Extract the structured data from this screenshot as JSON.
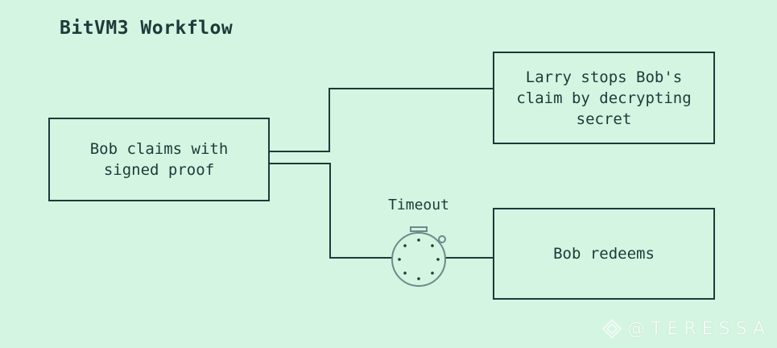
{
  "title": "BitVM3 Workflow",
  "nodes": {
    "claim": "Bob claims with\nsigned proof",
    "stop": "Larry stops Bob's\nclaim by decrypting\nsecret",
    "redeem": "Bob redeems"
  },
  "timeout_label": "Timeout",
  "watermark": "@TERESSA",
  "colors": {
    "background": "#d4f5e1",
    "ink": "#1e3a3a",
    "stopwatch": "#6b8a8a"
  }
}
